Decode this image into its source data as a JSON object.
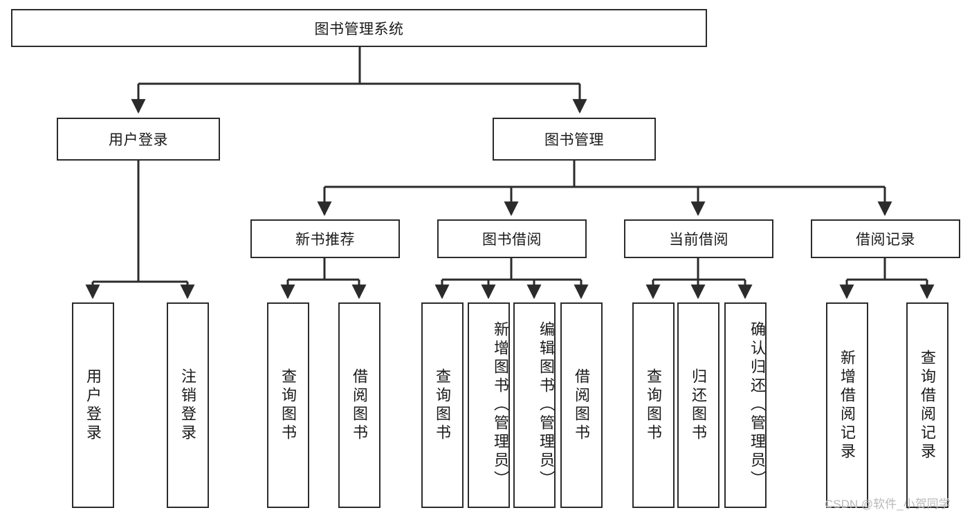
{
  "diagram": {
    "title": "图书管理系统",
    "watermark": "CSDN @软件_小贺同学",
    "accent_color": "#2b2b2b",
    "background_color": "#ffffff",
    "root": {
      "label": "图书管理系统"
    },
    "level1": [
      {
        "label": "用户登录"
      },
      {
        "label": "图书管理"
      }
    ],
    "level2": [
      {
        "label": "新书推荐"
      },
      {
        "label": "图书借阅"
      },
      {
        "label": "当前借阅"
      },
      {
        "label": "借阅记录"
      }
    ],
    "leaves": {
      "user_login": [
        {
          "label": "用户登录"
        },
        {
          "label": "注销登录"
        }
      ],
      "new_book_recommend": [
        {
          "label": "查询图书"
        },
        {
          "label": "借阅图书"
        }
      ],
      "book_borrow": [
        {
          "label": "查询图书"
        },
        {
          "label": "新增图书（管理员）"
        },
        {
          "label": "编辑图书（管理员）"
        },
        {
          "label": "借阅图书"
        }
      ],
      "current_borrow": [
        {
          "label": "查询图书"
        },
        {
          "label": "归还图书"
        },
        {
          "label": "确认归还（管理员）"
        }
      ],
      "borrow_records": [
        {
          "label": "新增借阅记录"
        },
        {
          "label": "查询借阅记录"
        }
      ]
    }
  }
}
